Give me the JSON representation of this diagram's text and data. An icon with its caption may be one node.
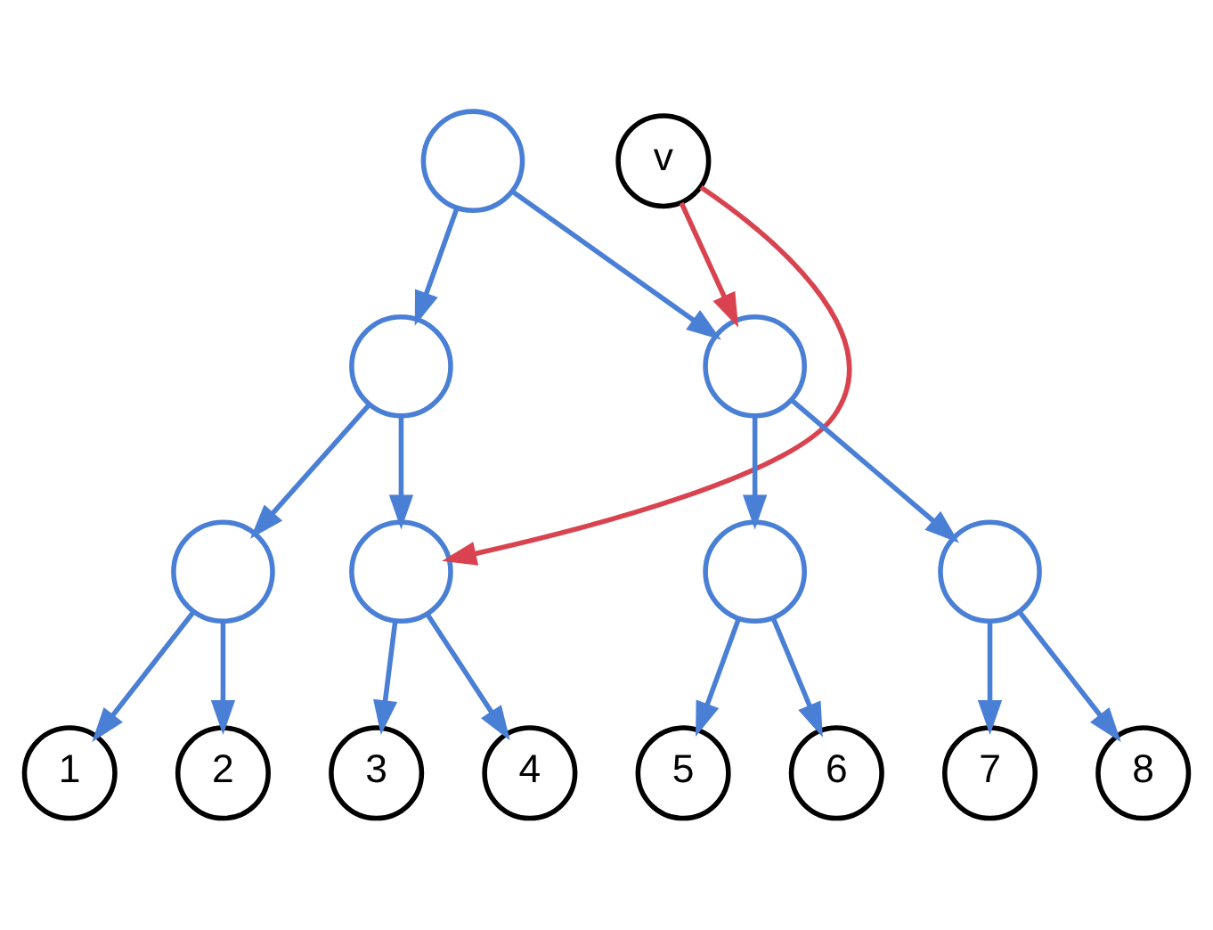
{
  "diagram": {
    "nodes": [
      {
        "text": [],
        "shape": "circle"
      },
      {
        "text": [
          "v"
        ]
      },
      {
        "text": [],
        "shape": "circle"
      },
      {
        "text": [],
        "shape": "circle"
      },
      {
        "text": [],
        "shape": "circle"
      },
      {
        "text": [],
        "shape": "circle"
      },
      {
        "text": [],
        "shape": "circle"
      },
      {
        "text": [],
        "shape": "circle"
      },
      {
        "text": [
          "1"
        ]
      },
      {
        "text": [
          "2"
        ]
      },
      {
        "text": [
          "3"
        ]
      },
      {
        "text": [
          "4"
        ]
      },
      {
        "text": [
          "5"
        ]
      },
      {
        "text": [
          "6"
        ]
      },
      {
        "text": [
          "7"
        ]
      },
      {
        "text": [
          "8"
        ]
      }
    ],
    "edges": [
      {
        "from": 0,
        "to": 2,
        "arrow": "to"
      },
      {
        "from": 0,
        "to": 3,
        "arrow": "to"
      },
      {
        "from": 2,
        "to": 4,
        "arrow": "to"
      },
      {
        "from": 2,
        "to": 5,
        "arrow": "to"
      },
      {
        "from": 3,
        "to": 6,
        "arrow": "to"
      },
      {
        "from": 3,
        "to": 7,
        "arrow": "to"
      },
      {
        "from": 4,
        "to": 8,
        "arrow": "to"
      },
      {
        "from": 4,
        "to": 9,
        "arrow": "to"
      },
      {
        "from": 5,
        "to": 10,
        "arrow": "to"
      },
      {
        "from": 5,
        "to": 11,
        "arrow": "to"
      },
      {
        "from": 6,
        "to": 12,
        "arrow": "to"
      },
      {
        "from": 6,
        "to": 13,
        "arrow": "to"
      },
      {
        "from": 7,
        "to": 14,
        "arrow": "to"
      },
      {
        "from": 7,
        "to": 15,
        "arrow": "to"
      },
      {
        "from": 1,
        "to": 3,
        "arrow": "to",
        "color": "#d9434f"
      },
      {
        "from": 1,
        "to": 5,
        "arrow": "to",
        "color": "#d9434f"
      }
    ]
  }
}
